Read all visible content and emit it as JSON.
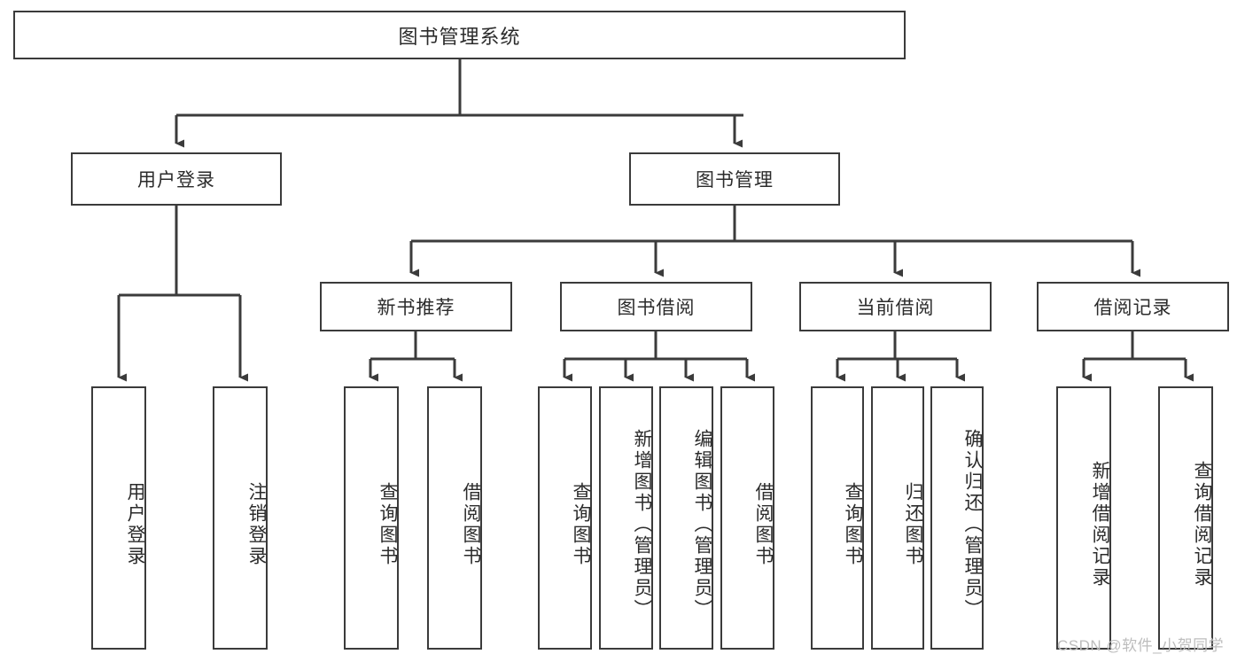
{
  "diagram": {
    "type": "hierarchy-tree",
    "title": "图书管理系统",
    "watermark": "CSDN @软件_小贺同学",
    "colors": {
      "stroke": "#3b3b3b",
      "text": "#2b2b2b",
      "background": "#ffffff",
      "watermark": "#bdbdbd"
    },
    "levels": [
      {
        "level": 1,
        "nodes": [
          {
            "id": "root",
            "label": "图书管理系统"
          }
        ]
      },
      {
        "level": 2,
        "nodes": [
          {
            "id": "login",
            "label": "用户登录",
            "parent": "root"
          },
          {
            "id": "bookmgmt",
            "label": "图书管理",
            "parent": "root"
          }
        ]
      },
      {
        "level": 3,
        "nodes": [
          {
            "id": "newbook",
            "label": "新书推荐",
            "parent": "bookmgmt"
          },
          {
            "id": "borrow",
            "label": "图书借阅",
            "parent": "bookmgmt"
          },
          {
            "id": "current",
            "label": "当前借阅",
            "parent": "bookmgmt"
          },
          {
            "id": "record",
            "label": "借阅记录",
            "parent": "bookmgmt"
          }
        ]
      },
      {
        "level": 4,
        "nodes": [
          {
            "id": "leaf1",
            "label": "用户登录",
            "parent": "login"
          },
          {
            "id": "leaf2",
            "label": "注销登录",
            "parent": "login"
          },
          {
            "id": "leaf3",
            "label": "查询图书",
            "parent": "newbook"
          },
          {
            "id": "leaf4",
            "label": "借阅图书",
            "parent": "newbook"
          },
          {
            "id": "leaf5",
            "label": "查询图书",
            "parent": "borrow"
          },
          {
            "id": "leaf6",
            "label": "新增图书（管理员）",
            "parent": "borrow"
          },
          {
            "id": "leaf7",
            "label": "编辑图书（管理员）",
            "parent": "borrow"
          },
          {
            "id": "leaf8",
            "label": "借阅图书",
            "parent": "borrow"
          },
          {
            "id": "leaf9",
            "label": "查询图书",
            "parent": "current"
          },
          {
            "id": "leaf10",
            "label": "归还图书",
            "parent": "current"
          },
          {
            "id": "leaf11",
            "label": "确认归还（管理员）",
            "parent": "current"
          },
          {
            "id": "leaf12",
            "label": "新增借阅记录",
            "parent": "record"
          },
          {
            "id": "leaf13",
            "label": "查询借阅记录",
            "parent": "record"
          }
        ]
      }
    ]
  }
}
